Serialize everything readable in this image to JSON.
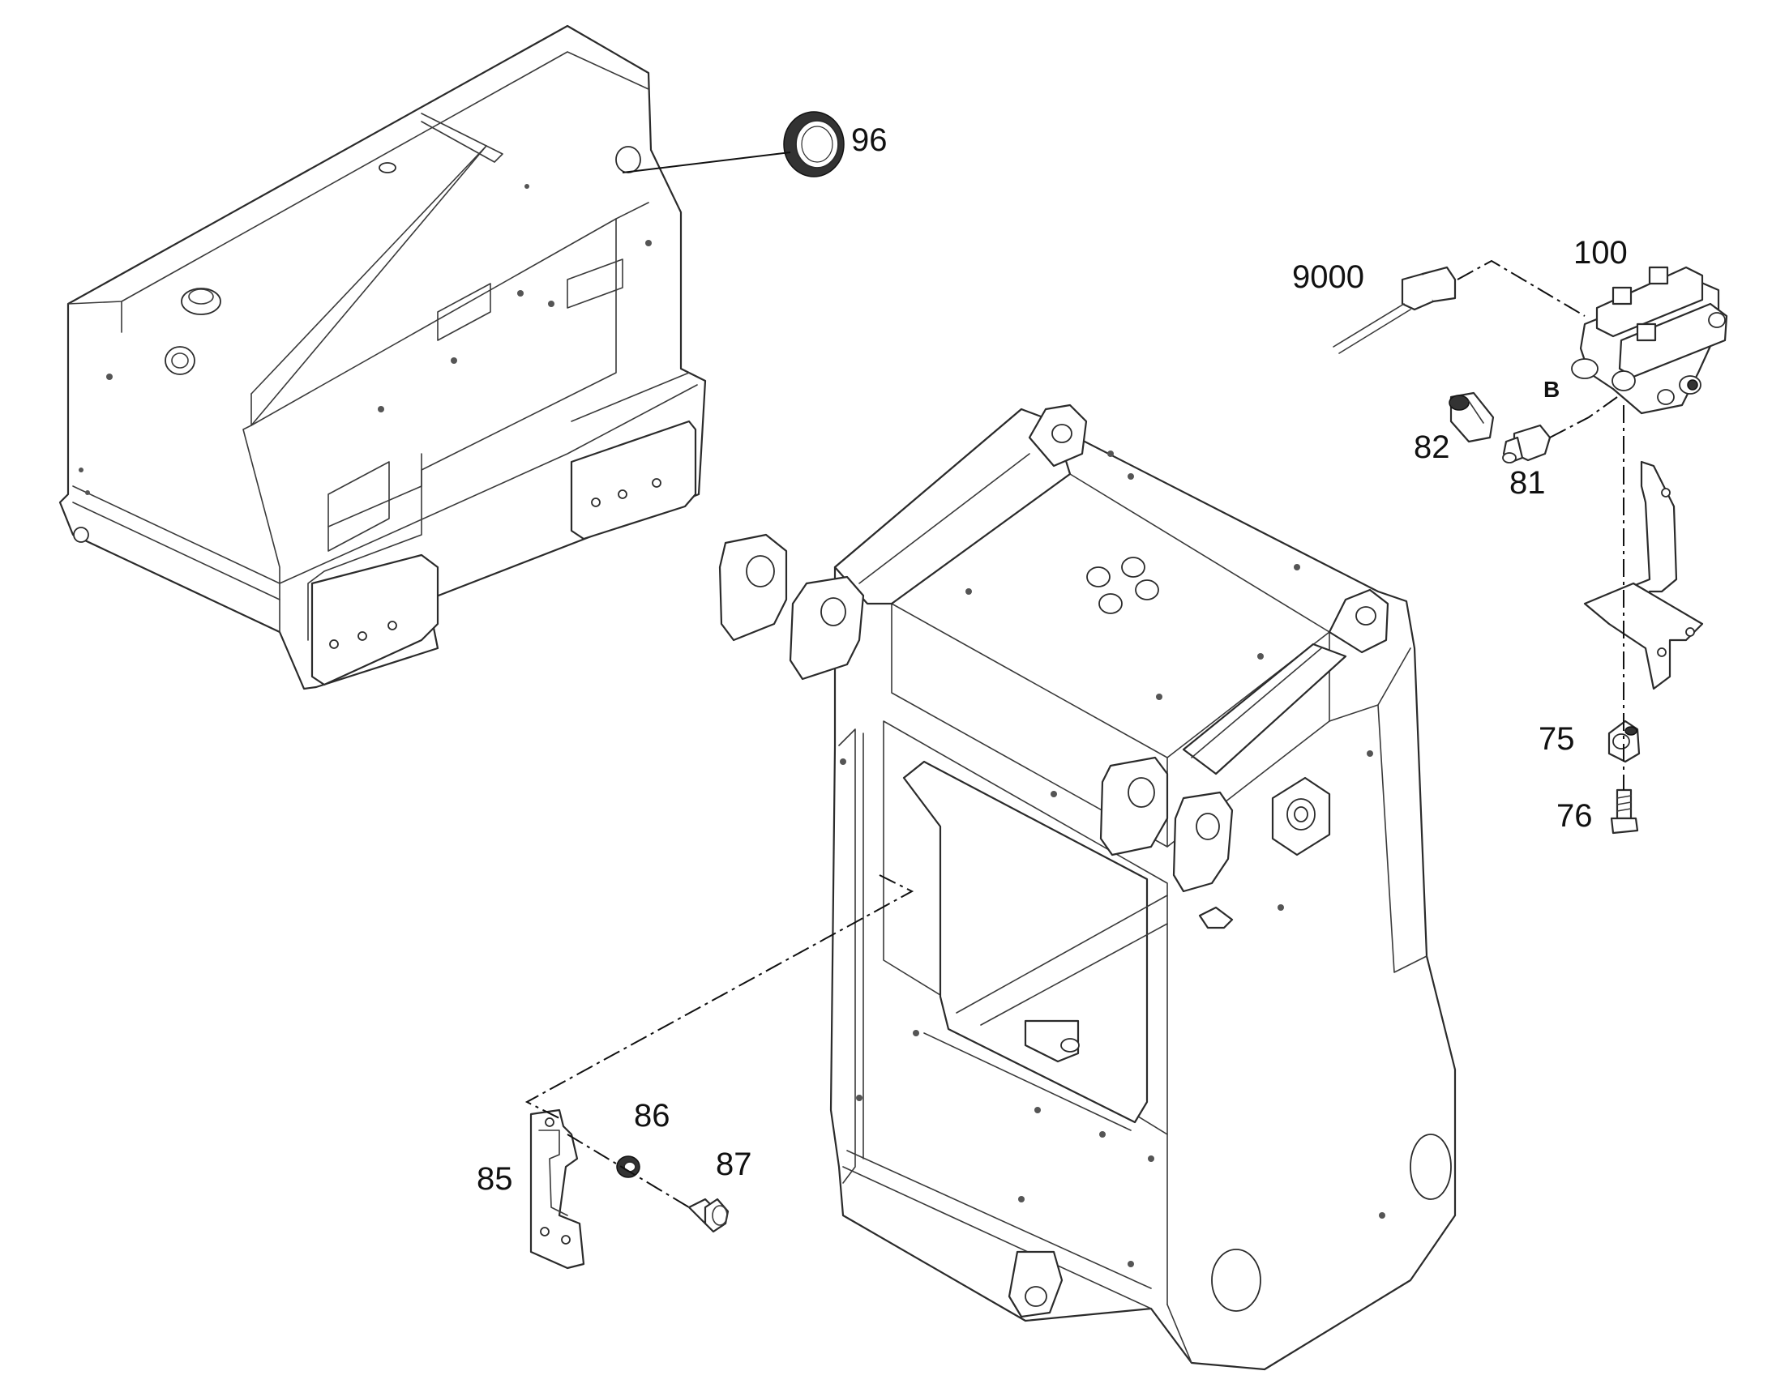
{
  "diagram": {
    "callouts": [
      {
        "id": "96",
        "label": "96"
      },
      {
        "id": "9000",
        "label": "9000"
      },
      {
        "id": "100",
        "label": "100"
      },
      {
        "id": "82",
        "label": "82"
      },
      {
        "id": "81",
        "label": "81"
      },
      {
        "id": "75",
        "label": "75"
      },
      {
        "id": "76",
        "label": "76"
      },
      {
        "id": "86",
        "label": "86"
      },
      {
        "id": "87",
        "label": "87"
      },
      {
        "id": "85",
        "label": "85"
      }
    ],
    "view_label": "B"
  }
}
